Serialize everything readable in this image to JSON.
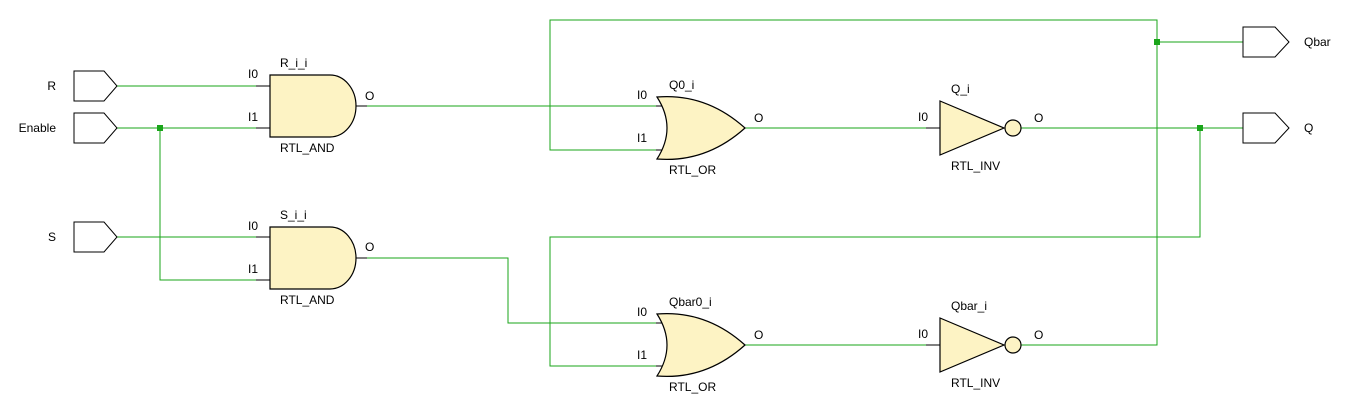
{
  "ports": {
    "inputs": [
      "R",
      "Enable",
      "S"
    ],
    "outputs": [
      "Qbar",
      "Q"
    ]
  },
  "cells": {
    "r_and": {
      "instance": "R_i_i",
      "type": "RTL_AND",
      "pins": [
        "I0",
        "I1",
        "O"
      ]
    },
    "s_and": {
      "instance": "S_i_i",
      "type": "RTL_AND",
      "pins": [
        "I0",
        "I1",
        "O"
      ]
    },
    "q0_or": {
      "instance": "Q0_i",
      "type": "RTL_OR",
      "pins": [
        "I0",
        "I1",
        "O"
      ]
    },
    "qbar0_or": {
      "instance": "Qbar0_i",
      "type": "RTL_OR",
      "pins": [
        "I0",
        "I1",
        "O"
      ]
    },
    "q_inv": {
      "instance": "Q_i",
      "type": "RTL_INV",
      "pins": [
        "I0",
        "O"
      ]
    },
    "qbar_inv": {
      "instance": "Qbar_i",
      "type": "RTL_INV",
      "pins": [
        "I0",
        "O"
      ]
    }
  },
  "colors": {
    "wire": "#1aa51a",
    "gate_fill": "#fdf3c4",
    "outline": "#000000"
  }
}
